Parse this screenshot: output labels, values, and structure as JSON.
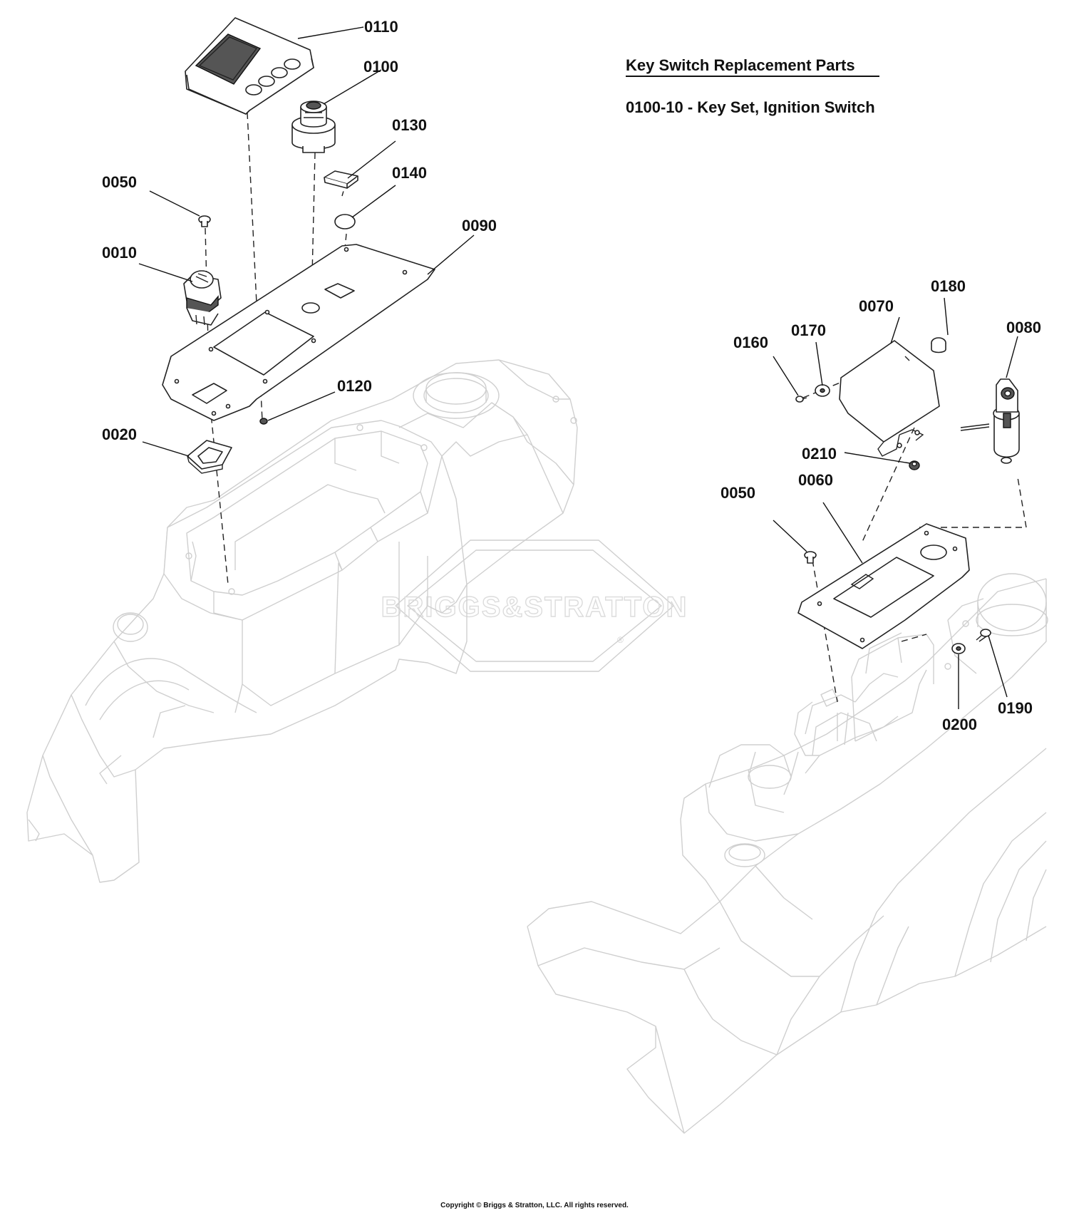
{
  "heading": {
    "title": "Key Switch Replacement Parts",
    "item": "0100-10 - Key Set, Ignition Switch"
  },
  "watermark": {
    "text": "BRIGGS&STRATTON",
    "mark": "®"
  },
  "copyright": "Copyright © Briggs & Stratton, LLC. All rights reserved.",
  "callouts": {
    "c0110": "0110",
    "c0100": "0100",
    "c0130": "0130",
    "c0140": "0140",
    "c0050a": "0050",
    "c0090": "0090",
    "c0010": "0010",
    "c0120": "0120",
    "c0020": "0020",
    "c0180": "0180",
    "c0070": "0070",
    "c0080": "0080",
    "c0160": "0160",
    "c0170": "0170",
    "c0210": "0210",
    "c0050b": "0050",
    "c0060": "0060",
    "c0190": "0190",
    "c0200": "0200"
  },
  "colors": {
    "ink": "#111111",
    "ghost_outline": "#cfcfcf",
    "watermark": "#dcdcdc"
  }
}
